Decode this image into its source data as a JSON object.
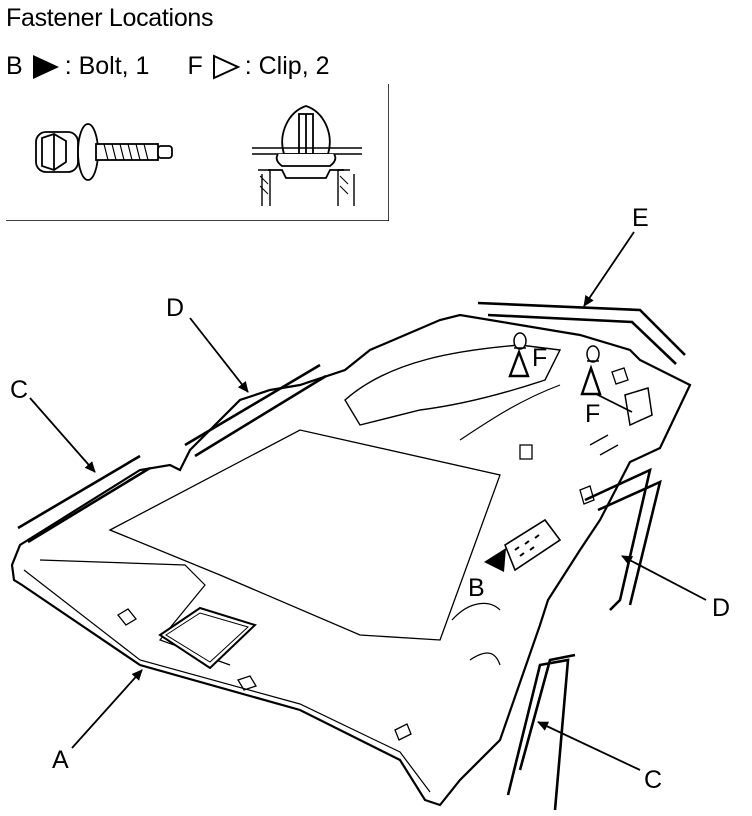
{
  "title": "Fastener Locations",
  "legend": {
    "bolt": {
      "letter": "B",
      "text": ": Bolt, 1"
    },
    "clip": {
      "letter": "F",
      "text": ": Clip, 2"
    }
  },
  "callouts": {
    "a": "A",
    "b": "B",
    "c_left": "C",
    "c_bottom": "C",
    "d_top": "D",
    "d_right": "D",
    "e": "E",
    "f_upper": "F",
    "f_lower": "F"
  }
}
